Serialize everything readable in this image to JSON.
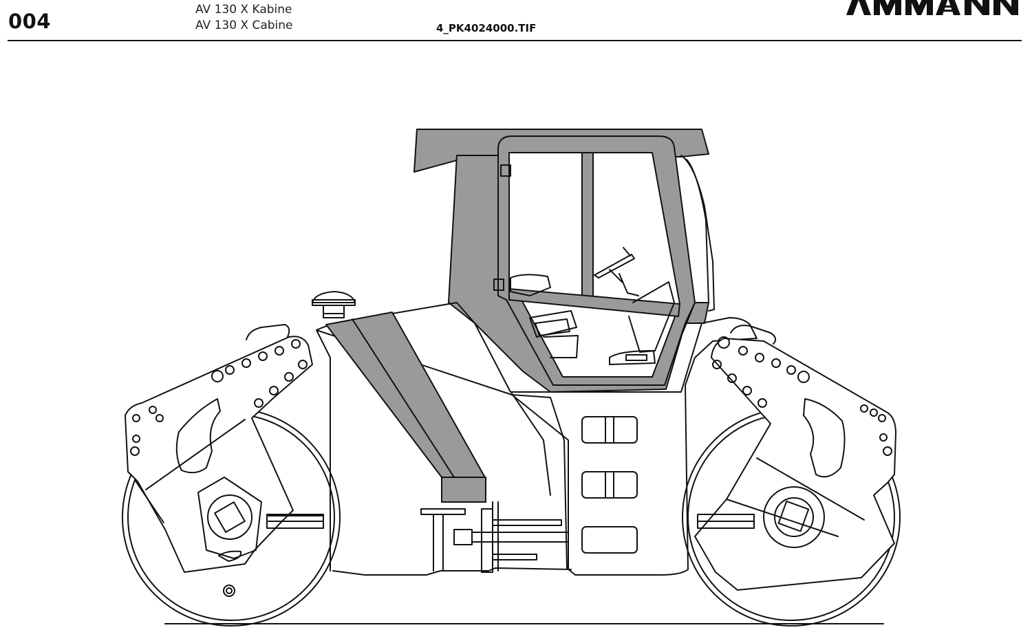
{
  "header": {
    "page_number": "004",
    "model_de": "AV 130 X Kabine",
    "model_en": "AV 130 X Cabine",
    "file_name": "4_PK4024000.TIF",
    "logo_text": "AMMANN"
  },
  "colors": {
    "ink": "#111111",
    "cab_fill": "#9a9a9a",
    "paper": "#ffffff"
  }
}
